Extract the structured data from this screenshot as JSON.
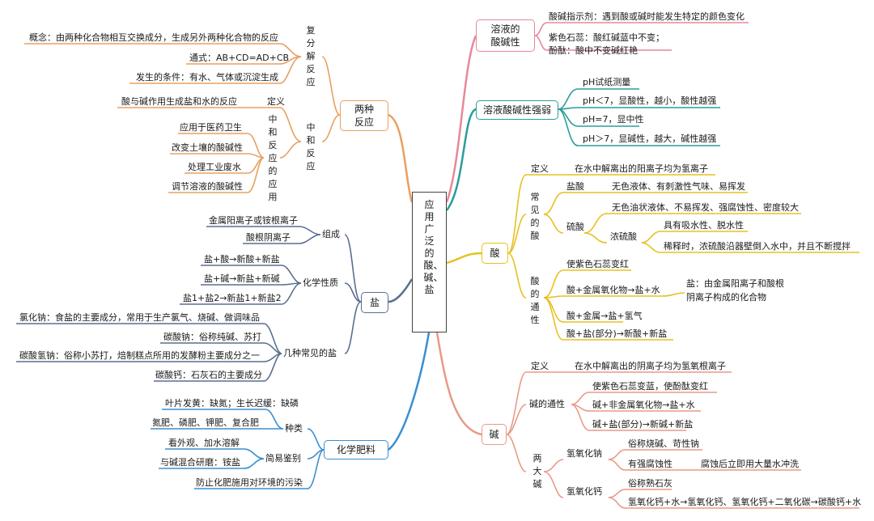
{
  "center": {
    "label": "应用广泛的酸、碱、盐"
  },
  "colors": {
    "pink": "#e8879a",
    "teal": "#2a9d9a",
    "yellow": "#e8c020",
    "coral": "#e89a88",
    "orange": "#e8a060",
    "slate": "#5a6f90",
    "blue": "#3a8fd0"
  },
  "nodes": {
    "solution_acidity": "溶液的\n酸碱性",
    "acid_base_indicator": "酸碱指示剂：遇到酸或碱时能发生特定的颜色变化",
    "litmus": "紫色石蕊：酸红碱蓝中不变；",
    "phenolphthalein": "酚酞：酸中不变碱红艳",
    "acidity_strength": "溶液酸碱性强弱",
    "ph_paper": "pH试纸测量",
    "ph_lt7": "pH＜7，显酸性，越小，酸性越强",
    "ph_eq7": "pH=7，显中性",
    "ph_gt7": "pH＞7，显碱性，越大，碱性越强",
    "acid": "酸",
    "acid_def_label": "定义",
    "acid_def": "在水中解离出的阳离子均为氢离子",
    "common_acid_label": "常见的酸",
    "hcl": "盐酸",
    "hcl_props": "无色液体、有刺激性气味、易挥发",
    "h2so4": "硫酸",
    "h2so4_props": "无色油状液体、不易挥发、强腐蚀性、密度较大",
    "conc_h2so4": "浓硫酸",
    "conc_props1": "具有吸水性、脱水性",
    "conc_props2": "稀释时，浓硫酸沿器壁倒入水中，并且不断搅拌",
    "acid_common_label": "酸的通性",
    "acid_c1": "使紫色石蕊变红",
    "acid_c2": "酸+金属氧化物→盐+水",
    "salt_def1": "盐：由金属阳离子和酸根",
    "salt_def2": "阴离子构成的化合物",
    "acid_c3": "酸+金属→盐+氢气",
    "acid_c4": "酸+盐(部分)→新酸+新盐",
    "base": "碱",
    "base_def_label": "定义",
    "base_def": "在水中解离出的阴离子均为氢氧根离子",
    "base_common": "碱的通性",
    "base_c1": "使紫色石蕊变蓝，使酚酞变红",
    "base_c2": "碱+非金属氧化物→盐+水",
    "base_c3": "碱+盐(部分)→新碱+新盐",
    "two_bases_label": "两大碱",
    "naoh": "氢氧化钠",
    "naoh_1": "俗称烧碱、苛性钠",
    "naoh_2": "有强腐蚀性",
    "naoh_3": "腐蚀后立即用大量水冲洗",
    "caoh": "氢氧化钙",
    "caoh_1": "俗称熟石灰",
    "caoh_2": "氢氧化钙+水→氢氧化钙、氢氧化钙+二氧化碳→碳酸钙+水",
    "two_reactions": "两种\n反应",
    "double_decomp_label": "复分解反应",
    "dd_concept": "概念：由两种化合物相互交换成分，生成另外两种化合物的反应",
    "dd_formula": "通式：AB+CD=AD+CB",
    "dd_condition": "发生的条件：有水、气体或沉淀生成",
    "neutral_label": "中和反应",
    "neutral_def_label": "定义",
    "neutral_def": "酸与碱作用生成盐和水的反应",
    "neutral_app_label": "中和反应的应用",
    "app1": "应用于医药卫生",
    "app2": "改变土壤的酸碱性",
    "app3": "处理工业废水",
    "app4": "调节溶液的酸碱性",
    "salt": "盐",
    "composition": "组成",
    "comp1": "金属阳离子或铵根离子",
    "comp2": "酸根阴离子",
    "chem_props": "化学性质",
    "cp1": "盐+酸→新酸+新盐",
    "cp2": "盐+碱→新盐+新碱",
    "cp3": "盐1+盐2→新盐1+新盐2",
    "common_salts": "几种常见的盐",
    "cs1": "氯化钠：食盐的主要成分，常用于生产氯气、烧碱、做调味品",
    "cs2": "碳酸钠：俗称纯碱、苏打",
    "cs3": "碳酸氢钠：俗称小苏打，焙制糕点所用的发酵粉主要成分之一",
    "cs4": "碳酸钙：石灰石的主要成分",
    "fertilizer": "化学肥料",
    "fert_types": "种类",
    "ft1": "叶片发黄：缺氮；生长迟缓：缺磷",
    "ft2": "氮肥、磷肥、钾肥、复合肥",
    "simple_id": "简易鉴别",
    "si1": "看外观、加水溶解",
    "si2": "与碱混合研磨：铵盐",
    "pollution": "防止化肥施用对环境的污染"
  }
}
